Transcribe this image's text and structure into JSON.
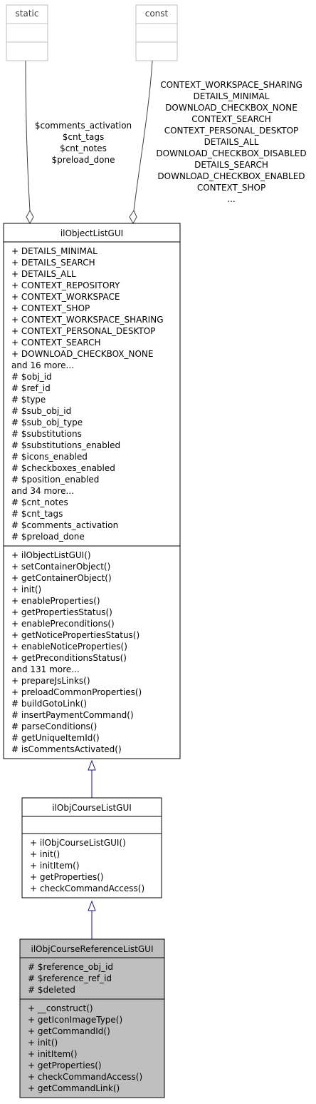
{
  "colors": {
    "box_border": "#000000",
    "stub_border": "#bfbfbf",
    "stub_label": "#404040",
    "inherit_arrow": "#191970",
    "highlight_fill": "#bfbfbf",
    "background": "#ffffff"
  },
  "static_box": {
    "title": "static"
  },
  "const_box": {
    "title": "const"
  },
  "left_edge_labels": [
    "$comments_activation",
    "$cnt_tags",
    "$cnt_notes",
    "$preload_done"
  ],
  "right_edge_labels": [
    "CONTEXT_WORKSPACE_SHARING",
    "DETAILS_MINIMAL",
    "DOWNLOAD_CHECKBOX_NONE",
    "CONTEXT_SEARCH",
    "CONTEXT_PERSONAL_DESKTOP",
    "DETAILS_ALL",
    "DOWNLOAD_CHECKBOX_DISABLED",
    "DETAILS_SEARCH",
    "DOWNLOAD_CHECKBOX_ENABLED",
    "CONTEXT_SHOP",
    "..."
  ],
  "il_object_list_gui": {
    "title": "ilObjectListGUI",
    "attributes": [
      "+ DETAILS_MINIMAL",
      "+ DETAILS_SEARCH",
      "+ DETAILS_ALL",
      "+ CONTEXT_REPOSITORY",
      "+ CONTEXT_WORKSPACE",
      "+ CONTEXT_SHOP",
      "+ CONTEXT_WORKSPACE_SHARING",
      "+ CONTEXT_PERSONAL_DESKTOP",
      "+ CONTEXT_SEARCH",
      "+ DOWNLOAD_CHECKBOX_NONE",
      "and 16 more...",
      "# $obj_id",
      "# $ref_id",
      "# $type",
      "# $sub_obj_id",
      "# $sub_obj_type",
      "# $substitutions",
      "# $substitutions_enabled",
      "# $icons_enabled",
      "# $checkboxes_enabled",
      "# $position_enabled",
      "and 34 more...",
      "# $cnt_notes",
      "# $cnt_tags",
      "# $comments_activation",
      "# $preload_done"
    ],
    "methods": [
      "+ ilObjectListGUI()",
      "+ setContainerObject()",
      "+ getContainerObject()",
      "+ init()",
      "+ enableProperties()",
      "+ getPropertiesStatus()",
      "+ enablePreconditions()",
      "+ getNoticePropertiesStatus()",
      "+ enableNoticeProperties()",
      "+ getPreconditionsStatus()",
      "and 131 more...",
      "+ prepareJsLinks()",
      "+ preloadCommonProperties()",
      "# buildGotoLink()",
      "# insertPaymentCommand()",
      "# parseConditions()",
      "# getUniqueItemId()",
      "# isCommentsActivated()"
    ]
  },
  "il_obj_course_list_gui": {
    "title": "ilObjCourseListGUI",
    "attributes": [],
    "methods": [
      "+ ilObjCourseListGUI()",
      "+ init()",
      "+ initItem()",
      "+ getProperties()",
      "+ checkCommandAccess()"
    ]
  },
  "il_obj_course_reference_list_gui": {
    "title": "ilObjCourseReferenceListGUI",
    "attributes": [
      "# $reference_obj_id",
      "# $reference_ref_id",
      "# $deleted"
    ],
    "methods": [
      "+ __construct()",
      "+ getIconImageType()",
      "+ getCommandId()",
      "+ init()",
      "+ initItem()",
      "+ getProperties()",
      "+ checkCommandAccess()",
      "+ getCommandLink()"
    ]
  }
}
